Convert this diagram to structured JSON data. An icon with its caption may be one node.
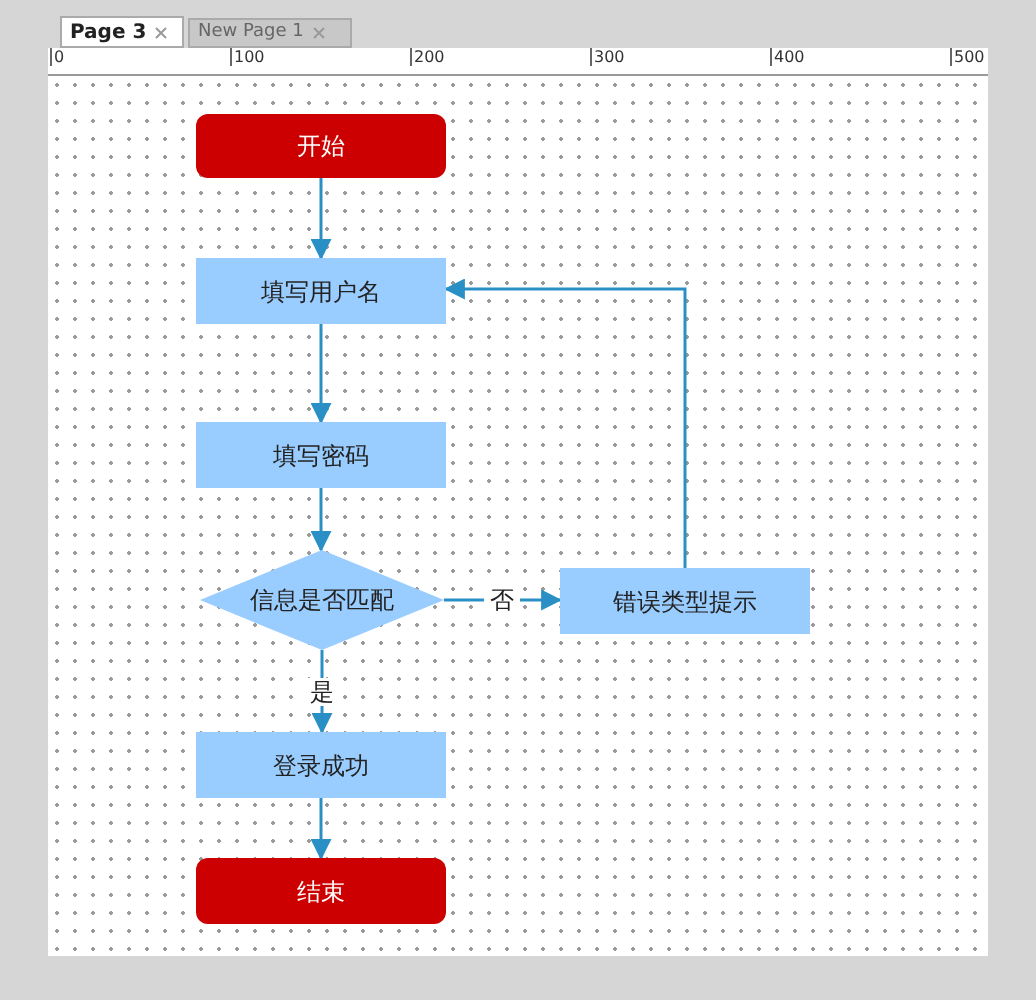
{
  "diagram": {
    "nodes": [
      {
        "text": [
          "开始"
        ]
      },
      {
        "text": [
          "填写用户名"
        ]
      },
      {
        "text": [
          "填写密码"
        ]
      },
      {
        "text": [
          "信息是否匹配"
        ]
      },
      {
        "text": [
          "错误类型提示"
        ]
      },
      {
        "text": [
          "登录成功"
        ]
      },
      {
        "text": [
          "结束"
        ]
      }
    ],
    "edges": [
      {
        "from": 0,
        "to": 1,
        "arrow": "to"
      },
      {
        "from": 1,
        "to": 2,
        "arrow": "to"
      },
      {
        "from": 2,
        "to": 3,
        "arrow": "to"
      },
      {
        "from": 3,
        "to": 4,
        "arrow": "to",
        "label": "否"
      },
      {
        "from": 4,
        "to": 1,
        "arrow": "to"
      },
      {
        "from": 3,
        "to": 5,
        "arrow": "to",
        "label": "是"
      },
      {
        "from": 5,
        "to": 6,
        "arrow": "to"
      }
    ],
    "labels": [
      "Page 3",
      "New Page 1",
      "0",
      "100",
      "200",
      "300",
      "400",
      "500"
    ]
  }
}
